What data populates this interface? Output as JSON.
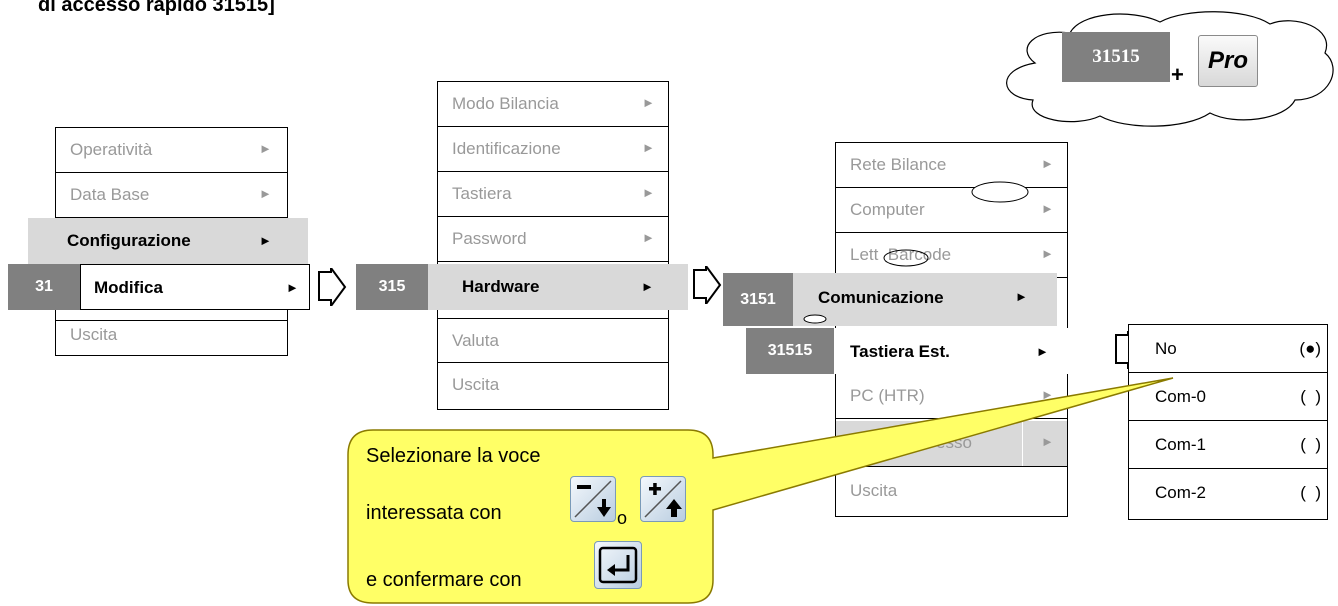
{
  "title": "di accesso rapido 31515]",
  "arrow_glyph": "►",
  "menu1": {
    "items_top": [
      "Operatività",
      "Data Base"
    ],
    "highlight": "Configurazione",
    "selected": {
      "code": "31",
      "label": "Modifica"
    },
    "items_bottom": [
      "Uscita"
    ]
  },
  "menu2": {
    "items_top": [
      "Modo Bilancia",
      "Identificazione",
      "Tastiera",
      "Password"
    ],
    "selected": {
      "code": "315",
      "label": "Hardware"
    },
    "items_bottom": [
      "Valuta",
      "Uscita"
    ]
  },
  "menu3": {
    "items_top": [
      "Rete Bilance",
      "Computer",
      "Lett  Barcode"
    ],
    "highlight": {
      "code": "3151",
      "label": "Comunicazione"
    },
    "selected": {
      "code": "31515",
      "label": "Tastiera Est."
    },
    "items_bottom": [
      "PC (HTR)",
      "esso",
      "Uscita"
    ]
  },
  "options": [
    {
      "label": "No",
      "state": "(●)"
    },
    {
      "label": "Com-0",
      "state": "(  )"
    },
    {
      "label": "Com-1",
      "state": "(  )"
    },
    {
      "label": "Com-2",
      "state": "(  )"
    }
  ],
  "cloud": {
    "code": "31515",
    "plus": "+",
    "key_label": "Pro"
  },
  "note": {
    "line1": "Selezionare la voce",
    "line2": "interessata con",
    "or": "o",
    "line3": "e confermare con",
    "keys": [
      "minus-down-key-icon",
      "plus-up-key-icon",
      "enter-key-icon"
    ]
  },
  "colors": {
    "highlight_band": "#d9d9d9",
    "code_box": "#808080",
    "note_fill": "#ffff66",
    "disabled_text": "#999999"
  }
}
